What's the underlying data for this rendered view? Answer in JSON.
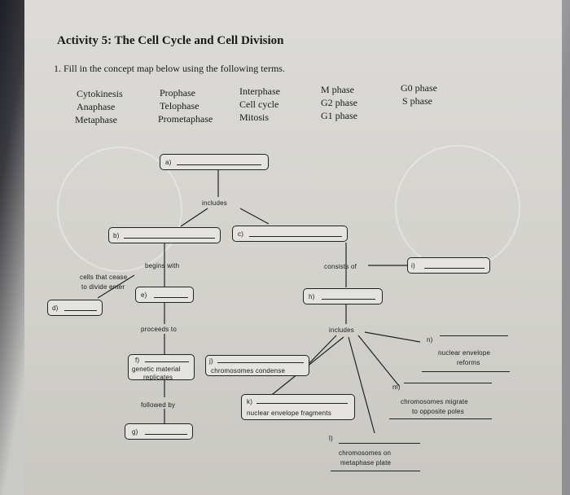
{
  "title": "Activity 5: The Cell Cycle and Cell Division",
  "instruction": "1.  Fill in the concept map below using the following terms.",
  "terms": [
    [
      "Cytokinesis",
      "Anaphase",
      "Metaphase"
    ],
    [
      "Prophase",
      "Telophase",
      "Prometaphase"
    ],
    [
      "Interphase",
      "Cell cycle",
      "Mitosis"
    ],
    [
      "M phase",
      "G2 phase",
      "G1 phase"
    ],
    [
      "G0 phase",
      "S phase"
    ]
  ],
  "map": {
    "a": "a)",
    "b": "b)",
    "c": "c)",
    "d": "d)",
    "e": "e)",
    "f": "f)",
    "g": "g)",
    "h": "h)",
    "i": "i)",
    "j": "j)",
    "k": "k)",
    "l": "l)",
    "m": "m)",
    "n": "n)",
    "includes_top": "includes",
    "begins_with": "begins with",
    "consists_of": "consists of",
    "cells_cease_1": "cells that cease",
    "cells_cease_2": "to divide enter",
    "proceeds_to": "proceeds to",
    "includes_right": "includes",
    "f_text_1": "genetic material",
    "f_text_2": "replicates",
    "j_text": "chromosomes condense",
    "k_text": "nuclear envelope fragments",
    "followed_by": "followed by",
    "n_text_1": "nuclear envelope",
    "n_text_2": "reforms",
    "m_text_1": "chromosomes migrate",
    "m_text_2": "to opposite poles",
    "l_text_1": "chromosomes on",
    "l_text_2": "metaphase plate"
  }
}
